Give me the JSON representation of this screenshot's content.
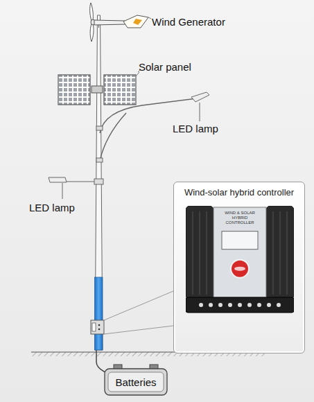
{
  "diagram": {
    "nodes": [
      {
        "text": [
          "Wind-solar hybrid controller"
        ]
      },
      {
        "text": [
          "WIND & SOLAR HYBRID CONTROLLER"
        ],
        "in": 0
      },
      {
        "text": [
          "Batteries"
        ]
      }
    ],
    "labels": [
      "Wind Generator",
      "Solar panel",
      "LED lamp",
      "LED lamp"
    ]
  }
}
